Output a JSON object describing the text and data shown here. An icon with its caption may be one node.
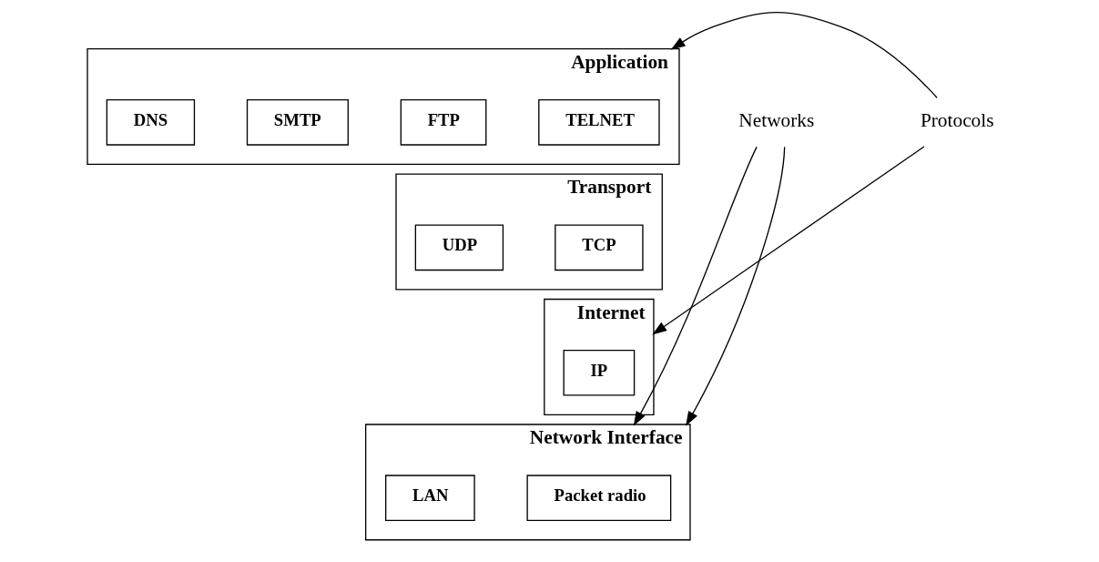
{
  "diagram": {
    "nodes": [
      {
        "text": [
          "Application"
        ]
      },
      {
        "text": [
          "TELNET"
        ],
        "in": 0
      },
      {
        "text": [
          "FTP"
        ],
        "in": 0
      },
      {
        "text": [
          "SMTP"
        ],
        "in": 0
      },
      {
        "text": [
          "DNS"
        ],
        "in": 0
      },
      {
        "text": [
          "Transport"
        ]
      },
      {
        "text": [
          "TCP"
        ],
        "in": 5
      },
      {
        "text": [
          "UDP"
        ],
        "in": 5
      },
      {
        "text": [
          "Internet"
        ]
      },
      {
        "text": [
          "IP"
        ],
        "in": 8
      },
      {
        "text": [
          "Network Interface"
        ]
      },
      {
        "text": [
          "Packet radio"
        ],
        "in": 10
      },
      {
        "text": [
          "LAN"
        ],
        "in": 10
      },
      {
        "text": [
          "Protocols"
        ]
      },
      {
        "text": [
          "Networks"
        ]
      }
    ],
    "edges": [
      {
        "from": 13,
        "to": 0,
        "arrow": "to"
      },
      {
        "from": 13,
        "to": 8,
        "arrow": "to"
      },
      {
        "from": 14,
        "to": 10,
        "arrow": "to"
      },
      {
        "from": 14,
        "to": 10,
        "arrow": "to"
      }
    ]
  }
}
